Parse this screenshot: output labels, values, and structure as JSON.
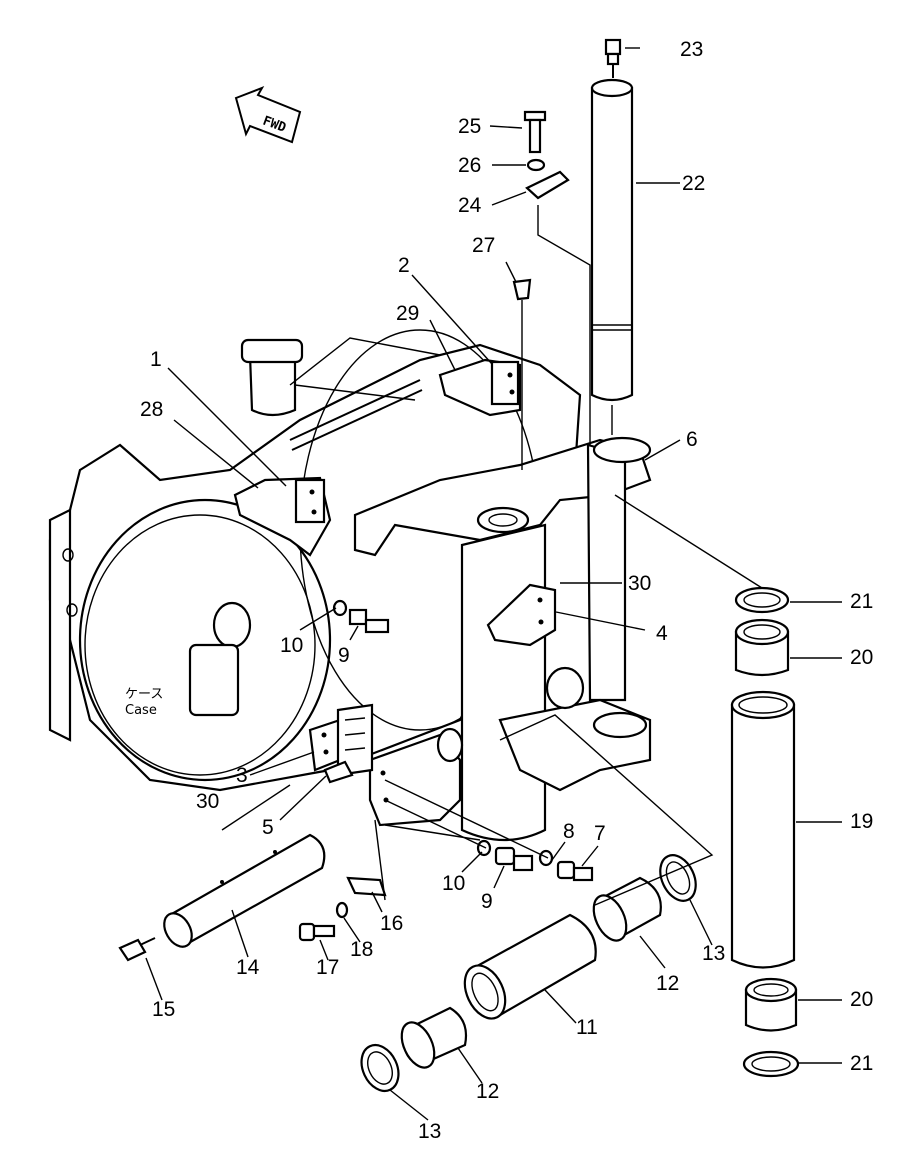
{
  "diagram": {
    "fwd_text": "FWD",
    "case_text_jp": "ケース",
    "case_text_en": "Case",
    "callouts": [
      {
        "id": "c1",
        "label": "1"
      },
      {
        "id": "c2",
        "label": "2"
      },
      {
        "id": "c3",
        "label": "3"
      },
      {
        "id": "c4",
        "label": "4"
      },
      {
        "id": "c5",
        "label": "5"
      },
      {
        "id": "c6",
        "label": "6"
      },
      {
        "id": "c7",
        "label": "7"
      },
      {
        "id": "c8",
        "label": "8"
      },
      {
        "id": "c9a",
        "label": "9"
      },
      {
        "id": "c9b",
        "label": "9"
      },
      {
        "id": "c10a",
        "label": "10"
      },
      {
        "id": "c10b",
        "label": "10"
      },
      {
        "id": "c11",
        "label": "11"
      },
      {
        "id": "c12a",
        "label": "12"
      },
      {
        "id": "c12b",
        "label": "12"
      },
      {
        "id": "c13a",
        "label": "13"
      },
      {
        "id": "c13b",
        "label": "13"
      },
      {
        "id": "c14",
        "label": "14"
      },
      {
        "id": "c15",
        "label": "15"
      },
      {
        "id": "c16",
        "label": "16"
      },
      {
        "id": "c17",
        "label": "17"
      },
      {
        "id": "c18",
        "label": "18"
      },
      {
        "id": "c19",
        "label": "19"
      },
      {
        "id": "c20a",
        "label": "20"
      },
      {
        "id": "c20b",
        "label": "20"
      },
      {
        "id": "c21a",
        "label": "21"
      },
      {
        "id": "c21b",
        "label": "21"
      },
      {
        "id": "c22",
        "label": "22"
      },
      {
        "id": "c23",
        "label": "23"
      },
      {
        "id": "c24",
        "label": "24"
      },
      {
        "id": "c25",
        "label": "25"
      },
      {
        "id": "c26",
        "label": "26"
      },
      {
        "id": "c27",
        "label": "27"
      },
      {
        "id": "c28",
        "label": "28"
      },
      {
        "id": "c29",
        "label": "29"
      },
      {
        "id": "c30a",
        "label": "30"
      },
      {
        "id": "c30b",
        "label": "30"
      }
    ]
  }
}
